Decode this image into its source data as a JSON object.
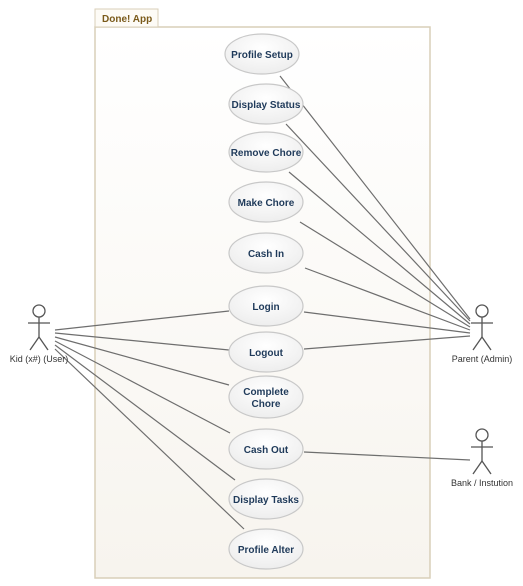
{
  "system": {
    "title": "Done! App"
  },
  "actors": {
    "kid": "Kid (x#) (User)",
    "parent": "Parent (Admin)",
    "bank": "Bank / Instution"
  },
  "use_cases": {
    "profile_setup": "Profile Setup",
    "display_status": "Display Status",
    "remove_chore": "Remove Chore",
    "make_chore": "Make Chore",
    "cash_in": "Cash In",
    "login": "Login",
    "logout": "Logout",
    "complete_chore_1": "Complete",
    "complete_chore_2": "Chore",
    "cash_out": "Cash Out",
    "display_tasks": "Display Tasks",
    "profile_alter": "Profile Alter"
  },
  "colors": {
    "boundary_stroke": "#d9cfb8",
    "usecase_fill": "#f2f2f2",
    "usecase_stroke": "#c8c8c8",
    "link": "#666666",
    "actor": "#555555"
  }
}
